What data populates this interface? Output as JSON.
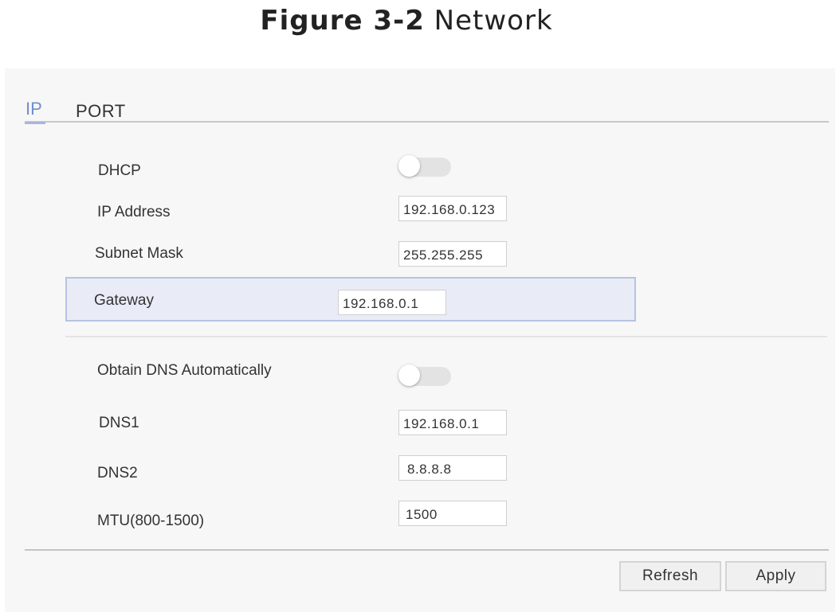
{
  "caption": {
    "number": "Figure 3-2",
    "title": "Network"
  },
  "tabs": [
    {
      "label": "IP",
      "active": true
    },
    {
      "label": "PORT",
      "active": false
    }
  ],
  "colors": {
    "active_tab": "#6f8fd0",
    "selected_row_bg": "#e9ecf7",
    "selected_row_border": "#b6c3e2"
  },
  "ip_settings": {
    "dhcp": {
      "label": "DHCP",
      "enabled": false
    },
    "ip_address": {
      "label": "IP Address",
      "value": "192.168.0.123"
    },
    "subnet_mask": {
      "label": "Subnet Mask",
      "value": "255.255.255"
    },
    "gateway": {
      "label": "Gateway",
      "value": "192.168.0.1"
    }
  },
  "dns_settings": {
    "obtain_dns": {
      "label": "Obtain DNS Automatically",
      "enabled": false
    },
    "dns1": {
      "label": "DNS1",
      "value": "192.168.0.1"
    },
    "dns2": {
      "label": "DNS2",
      "value": "8.8.8.8"
    },
    "mtu": {
      "label": "MTU(800-1500)",
      "value": "1500"
    }
  },
  "buttons": {
    "refresh": "Refresh",
    "apply": "Apply"
  }
}
